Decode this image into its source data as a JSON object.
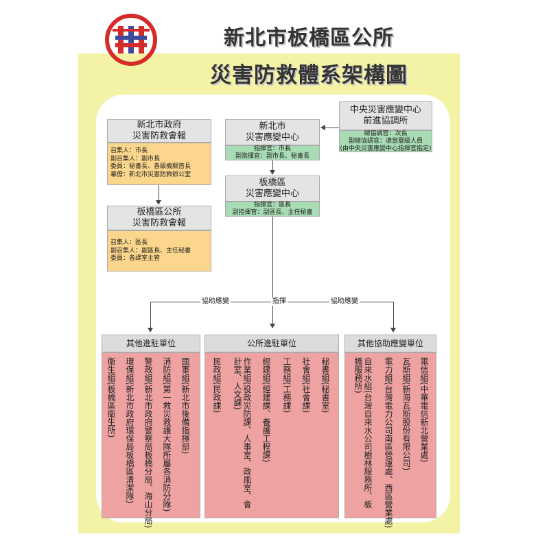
{
  "header": {
    "title_line1": "新北市板橋區公所",
    "title_line2": "災害防救體系架構圖"
  },
  "logo": {
    "icon": "banqiao-district-logo",
    "colors": {
      "red": "#d62b2b",
      "blue": "#3f4a9e"
    }
  },
  "central": {
    "title_line1": "中央災害應變中心",
    "title_line2": "前進協調所",
    "detail_lines": [
      "總協調官：次長",
      "副總協調官：適當層級人員",
      "(由中央災害應變中心指揮官指定)"
    ]
  },
  "city_center": {
    "title_line1": "新北市",
    "title_line2": "災害應變中心",
    "detail_lines": [
      "指揮官：市長",
      "副指揮官：副市長、秘書長"
    ]
  },
  "district_center": {
    "title_line1": "板橋區",
    "title_line2": "災害應變中心",
    "detail_lines": [
      "指揮官：區長",
      "副指揮官：副區長、主任秘書"
    ]
  },
  "city_council": {
    "title_line1": "新北市政府",
    "title_line2": "災害防救會報",
    "detail_lines": [
      "召集人：市長",
      "副召集人：副市長",
      "委員：秘書長、各級機關首長",
      "幕僚：新北市災害防救辦公室"
    ]
  },
  "district_council": {
    "title_line1": "板橋區公所",
    "title_line2": "災害防救會報",
    "detail_lines": [
      "召集人：區長",
      "副召集人：副區長、主任秘書",
      "委員：各課室主管"
    ]
  },
  "links": {
    "assist_left": "協助應變",
    "command": "指揮",
    "assist_right": "協助應變"
  },
  "sections": {
    "left": {
      "title": "其他進駐單位",
      "groups": [
        "國軍組(新北市後備指揮部)",
        "消防組(第一救災救護大隊所屬各消防分隊)",
        "警政組(新北市政府警察局板橋分局、海山分局)",
        "環保組(新北市政府環保局板橋區清潔隊)",
        "衛生組(板橋區衛生所)"
      ]
    },
    "middle": {
      "title": "公所進駐單位",
      "groups": [
        "秘書組(秘書室)",
        "社會組(社會課)",
        "工務組(工務課)",
        "經建組(經建課、養護工程課)",
        "作業組(役政災防課、人事室、政風室、會計室、人文課)",
        "民政組(民政課)"
      ]
    },
    "right": {
      "title": "其他協助應變單位",
      "groups": [
        "電信組(中華電信新北營業處)",
        "瓦斯組(新海瓦斯股份有限公司)",
        "電力組(台灣電力公司南區營運處、西區營業處)",
        "自來水組(台灣自來水公司樹林服務所、板橋服務所)"
      ]
    }
  }
}
